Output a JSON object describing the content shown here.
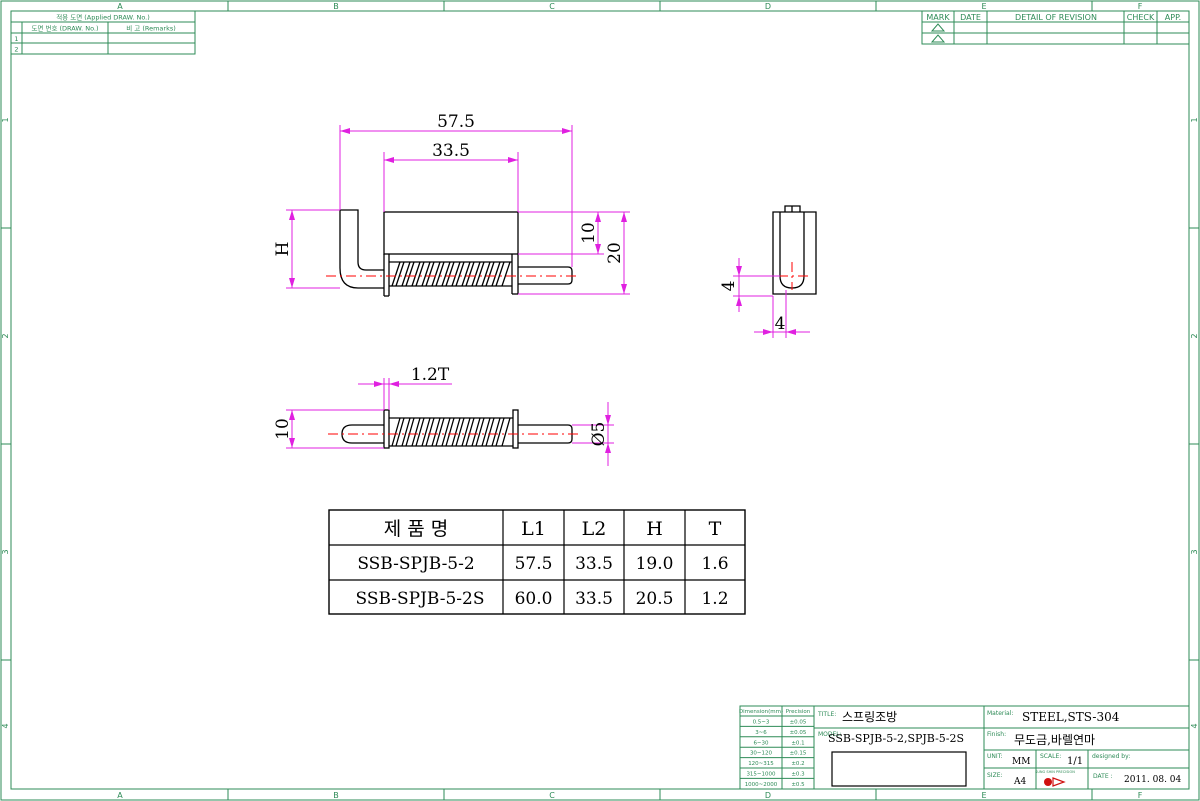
{
  "border": {
    "columns": [
      "A",
      "B",
      "C",
      "D",
      "E",
      "F"
    ],
    "rows": [
      "1",
      "2",
      "3",
      "4"
    ]
  },
  "applied_table": {
    "header": "적용 도면 (Applied DRAW. No.)",
    "col1": "도면 번호 (DRAW. No.)",
    "col2": "비 고 (Remarks)",
    "rows": [
      "1",
      "2"
    ]
  },
  "revision_table": {
    "headers": [
      "MARK",
      "DATE",
      "DETAIL OF REVISION",
      "CHECK",
      "APP."
    ]
  },
  "dimensions": {
    "l1": "57.5",
    "l2": "33.5",
    "h": "H",
    "d10": "10",
    "d20": "20",
    "side_4v": "4",
    "side_4h": "4",
    "thickness": "1.2T",
    "height10": "10",
    "dia": "Ø5"
  },
  "spec_table": {
    "headers": [
      "제 품 명",
      "L1",
      "L2",
      "H",
      "T"
    ],
    "rows": [
      [
        "SSB-SPJB-5-2",
        "57.5",
        "33.5",
        "19.0",
        "1.6"
      ],
      [
        "SSB-SPJB-5-2S",
        "60.0",
        "33.5",
        "20.5",
        "1.2"
      ]
    ]
  },
  "tolerance_table": {
    "headers": [
      "Dimension(mm)",
      "Precision"
    ],
    "rows": [
      [
        "0.5~3",
        "±0.05"
      ],
      [
        "3~6",
        "±0.05"
      ],
      [
        "6~30",
        "±0.1"
      ],
      [
        "30~120",
        "±0.15"
      ],
      [
        "120~315",
        "±0.2"
      ],
      [
        "315~1000",
        "±0.3"
      ],
      [
        "1000~2000",
        "±0.5"
      ]
    ]
  },
  "title_block": {
    "title_label": "TITLE:",
    "title": "스프링조방",
    "model_label": "MODEL:",
    "model": "SSB-SPJB-5-2,SPJB-5-2S",
    "material_label": "Material:",
    "material": "STEEL,STS-304",
    "finish_label": "Finish:",
    "finish": "무도금,바렐연마",
    "unit_label": "UNIT:",
    "unit": "MM",
    "scale_label": "SCALE:",
    "scale": "1/1",
    "designed_label": "designed by:",
    "size_label": "SIZE:",
    "size": "A4",
    "date_label": "DATE :",
    "date": "2011. 08. 04",
    "logo_text": "SUNG SHIN PRECISION"
  },
  "colors": {
    "frame": "#2e8b57",
    "dimension": "#e020e0",
    "centerline": "#ff0000",
    "outline": "#000000"
  }
}
